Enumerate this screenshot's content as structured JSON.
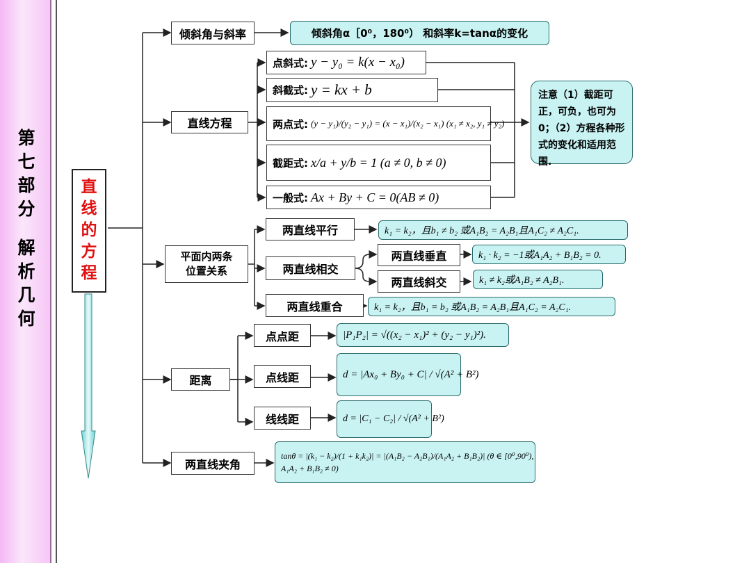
{
  "side_title": [
    "第",
    "七",
    "部",
    "分",
    "",
    "解",
    "析",
    "几",
    "何"
  ],
  "main_title": [
    "直",
    "线",
    "的",
    "方",
    "程"
  ],
  "sections": {
    "incline": "倾斜角与斜率",
    "incline_desc": "倾斜角α［0⁰，180⁰） 和斜率k=tanα的变化",
    "line_eq": "直线方程",
    "two_lines": [
      "平面内两条",
      "位置关系"
    ],
    "distance": "距离",
    "angle": "两直线夹角"
  },
  "forms": [
    {
      "label": "点斜式:",
      "formula": "y − y₀ = k(x − x₀)"
    },
    {
      "label": "斜截式:",
      "formula": "y = kx + b"
    },
    {
      "label": "两点式:",
      "formula": "(y − y₁)/(y₂ − y₁) = (x − x₁)/(x₂ − x₁)  (x₁ ≠ x₂, y₁ ≠ y₂)"
    },
    {
      "label": "截距式:",
      "formula": "x/a + y/b = 1  (a ≠ 0, b ≠ 0)"
    },
    {
      "label": "一般式:",
      "formula": "Ax + By + C = 0(AB ≠ 0)"
    }
  ],
  "note": "注意（1）截距可正，可负，也可为0；（2）方程各种形式的变化和适用范围.",
  "relations": {
    "parallel": "两直线平行",
    "parallel_cond": "k₁ = k₂，且b₁ ≠ b₂ 或A₁B₂ = A₂B₁且A₁C₂ ≠ A₂C₁.",
    "intersect": "两直线相交",
    "perpendicular": "两直线垂直",
    "perpendicular_cond": "k₁ · k₂ = −1或A₁A₂ + B₁B₂ = 0.",
    "oblique": "两直线斜交",
    "oblique_cond": "k₁ ≠ k₂或A₁B₂ ≠ A₂B₁.",
    "coincide": "两直线重合",
    "coincide_cond": "k₁ = k₂，且b₁ = b₂ 或A₁B₂ = A₂B₁且A₁C₂ = A₂C₁."
  },
  "distances": {
    "pp": "点点距",
    "pp_formula": "|P₁P₂| = √((x₂ − x₁)² + (y₂ − y₁)²).",
    "pl": "点线距",
    "pl_formula": "d = |Ax₀ + By₀ + C| / √(A² + B²)",
    "ll": "线线距",
    "ll_formula": "d = |C₁ − C₂| / √(A² + B²)"
  },
  "angle_formula": "tanθ = |(k₁ − k₂)/(1 + k₁k₂)| = |(A₁B₂ − A₂B₁)/(A₁A₂ + B₁B₂)|  (θ ∈ [0⁰,90⁰), A₁A₂ + B₁B₂ ≠ 0)"
}
